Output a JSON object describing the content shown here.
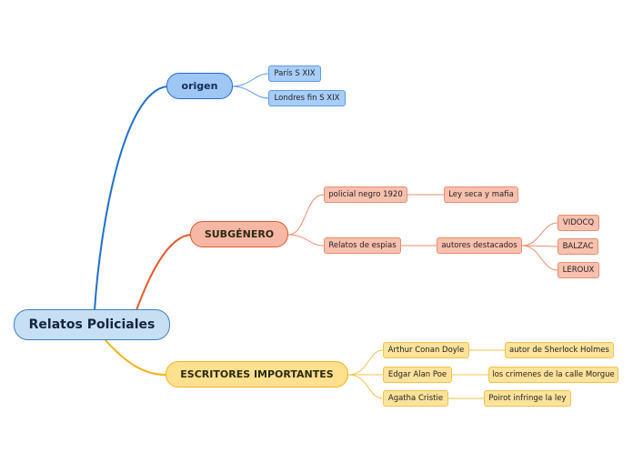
{
  "map": {
    "root": "Relatos Policiales",
    "origen": {
      "label": "origen",
      "children": [
        "París S XIX",
        "Londres fin S XIX"
      ]
    },
    "subgenero": {
      "label": "SUBGÉNERO",
      "policial": {
        "label": "policial negro 1920",
        "child": "Ley seca y mafia"
      },
      "espias": {
        "label": "Relatos de espias",
        "autores": {
          "label": "autores destacados",
          "children": [
            "VIDOCQ",
            "BALZAC",
            "LEROUX"
          ]
        }
      }
    },
    "escritores": {
      "label": "ESCRITORES IMPORTANTES",
      "items": [
        {
          "name": "Arthur Conan Doyle",
          "note": "autor de Sherlock Holmes"
        },
        {
          "name": "Edgar Alan Poe",
          "note": "los crimenes de la calle Morgue"
        },
        {
          "name": "Agatha Cristie",
          "note": "Poirot infringe la ley"
        }
      ]
    }
  },
  "colors": {
    "blue_branch": "#1f6fd1",
    "red_branch": "#e05a2b",
    "yellow_branch": "#f1b21c"
  }
}
